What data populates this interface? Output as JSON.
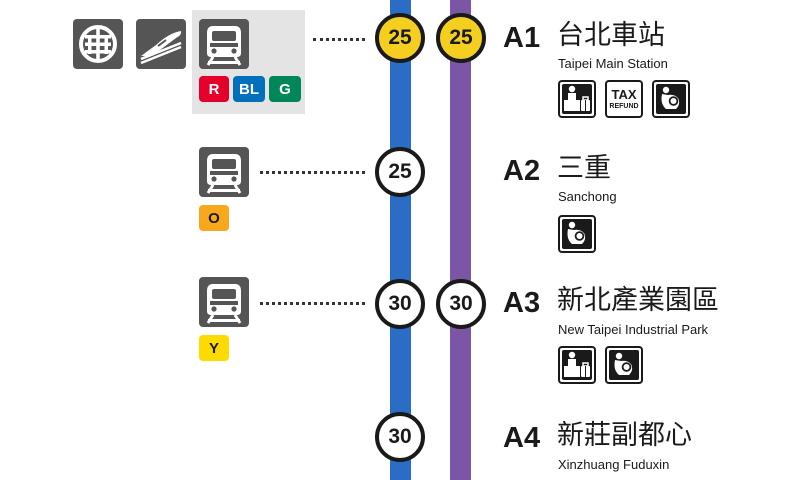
{
  "colors": {
    "blue_line": "#2b6cc4",
    "purple_line": "#7b56a5",
    "circle_highlight": "#f5cf1f",
    "icon_tile": "#555555",
    "line_R": "#e4002b",
    "line_BL": "#0070bd",
    "line_G": "#008659",
    "line_O": "#f8a81d",
    "line_Y": "#fedb00"
  },
  "stations": [
    {
      "code": "A1",
      "name_zh": "台北車站",
      "name_en": "Taipei Main Station",
      "times": [
        "25",
        "25"
      ],
      "transfers": [
        "TRA-icon",
        "HSR-icon",
        "MRT-icon"
      ],
      "lines": [
        "R",
        "BL",
        "G"
      ],
      "facilities": [
        "service-counter-icon",
        "tax-refund-icon",
        "nursing-room-icon"
      ],
      "tax_refund": {
        "line1": "TAX",
        "line2": "REFUND"
      }
    },
    {
      "code": "A2",
      "name_zh": "三重",
      "name_en": "Sanchong",
      "times": [
        "25"
      ],
      "transfers": [
        "MRT-icon"
      ],
      "lines": [
        "O"
      ],
      "facilities": [
        "nursing-room-icon"
      ]
    },
    {
      "code": "A3",
      "name_zh": "新北產業園區",
      "name_en": "New Taipei Industrial Park",
      "times": [
        "30",
        "30"
      ],
      "transfers": [
        "MRT-icon"
      ],
      "lines": [
        "Y"
      ],
      "facilities": [
        "service-counter-icon",
        "nursing-room-icon"
      ]
    },
    {
      "code": "A4",
      "name_zh": "新莊副都心",
      "name_en": "Xinzhuang Fuduxin",
      "times": [
        "30"
      ]
    }
  ]
}
